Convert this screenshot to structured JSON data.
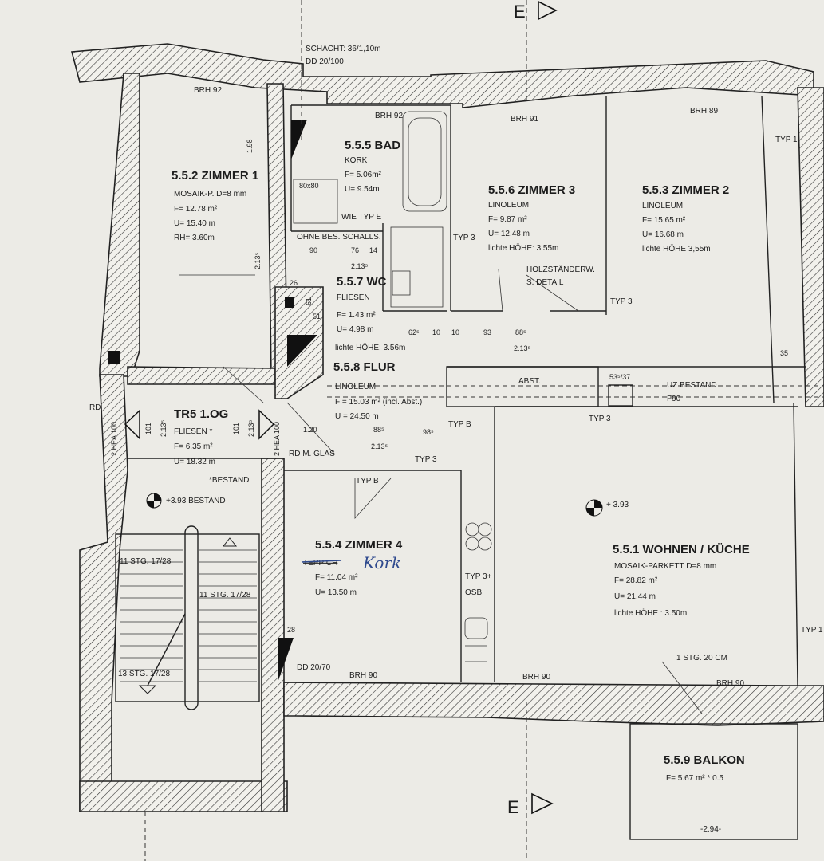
{
  "section_markers": {
    "top": "E",
    "bottom": "E"
  },
  "shaft": {
    "line1": "SCHACHT: 36/1,10m",
    "line2": "DD 20/100"
  },
  "rooms": {
    "zimmer1": {
      "title": "5.5.2 ZIMMER 1",
      "floor": "MOSAIK-P. D=8 mm",
      "area": "F= 12.78 m²",
      "perimeter": "U= 15.40 m",
      "height": "RH= 3.60m"
    },
    "bad": {
      "title": "5.5.5 BAD",
      "floor": "KORK",
      "area": "F= 5.06m²",
      "perimeter": "U= 9.54m",
      "note": "WIE TYP E",
      "tub_label": "80x80"
    },
    "zimmer3": {
      "title": "5.5.6 ZIMMER 3",
      "floor": "LINOLEUM",
      "area": "F= 9.87 m²",
      "perimeter": "U= 12.48 m",
      "height": "lichte HÖHE: 3.55m",
      "wall_note1": "HOLZSTÄNDERW.",
      "wall_note2": "S. DETAIL"
    },
    "zimmer2": {
      "title": "5.5.3 ZIMMER 2",
      "floor": "LINOLEUM",
      "area": "F= 15.65 m²",
      "perimeter": "U= 16.68 m",
      "height": "lichte HÖHE 3,55m"
    },
    "wc": {
      "title": "5.5.7 WC",
      "floor": "FLIESEN",
      "area": "F= 1.43 m²",
      "perimeter": "U= 4.98 m",
      "height": "lichte HÖHE: 3.56m",
      "note": "OHNE BES. SCHALLS."
    },
    "flur": {
      "title": "5.5.8 FLUR",
      "floor": "LINOLEUM",
      "area": "F = 15.03 m² (incl. Abst.)",
      "perimeter": "U = 24.50 m",
      "abst": "ABST."
    },
    "tr5": {
      "title": "TR5 1.OG",
      "floor": "FLIESEN *",
      "area": "F= 6.35 m²",
      "perimeter": "U= 18.32 m",
      "note": "*BESTAND"
    },
    "zimmer4": {
      "title": "5.5.4 ZIMMER 4",
      "floor_struck": "TEPPICH",
      "floor_handwritten": "Kork",
      "area": "F= 11.04 m²",
      "perimeter": "U= 13.50 m"
    },
    "wohnen": {
      "title": "5.5.1 WOHNEN / KÜCHE",
      "floor": "MOSAIK-PARKETT D=8 mm",
      "area": "F= 28.82 m²",
      "perimeter": "U= 21.44 m",
      "height": "lichte HÖHE : 3.50m"
    },
    "balkon": {
      "title": "5.5.9 BALKON",
      "area": "F= 5.67 m² * 0.5",
      "width": "-2.94-"
    }
  },
  "labels": {
    "brh92_a": "BRH 92",
    "brh92_b": "BRH 92",
    "brh91": "BRH 91",
    "brh89": "BRH 89",
    "brh90_a": "BRH 90",
    "brh90_b": "BRH 90",
    "brh90_c": "BRH 90",
    "typ1_a": "TYP 1",
    "typ1_b": "TYP 1",
    "typ3_a": "TYP 3",
    "typ3_b": "TYP 3",
    "typ3_c": "TYP 3",
    "typ3_d": "TYP 3",
    "typb_a": "TYP B",
    "typb_b": "TYP B",
    "typ3_osb": "TYP 3+",
    "osb": "OSB",
    "rd": "RD",
    "rd_glas": "RD M. GLAS",
    "uz_bestand": "UZ BESTAND",
    "f90": "F90",
    "door_5337": "53⁵/37",
    "level_a": "+3.93 BESTAND",
    "level_b": "+ 3.93",
    "stair1": "11 STG. 17/28",
    "stair2": "11 STG. 17/28",
    "stair3": "13 STG. 17/28",
    "stg_balkon": "1 STG. 20 CM",
    "dd2070": "DD 20/70",
    "hea_l": "2 HEA 100",
    "hea_r": "2 HEA 100"
  },
  "dimensions": [
    "90",
    "76",
    "14",
    "2.13⁵",
    "62⁵",
    "10",
    "10",
    "93",
    "88⁵",
    "2.13⁵",
    "1.20",
    "88⁵",
    "98⁵",
    "2.13⁵",
    "35",
    "26",
    "61",
    "51",
    "28",
    "101",
    "2.13⁵",
    "101",
    "2.13⁵",
    "1.98",
    "2.13⁵"
  ]
}
